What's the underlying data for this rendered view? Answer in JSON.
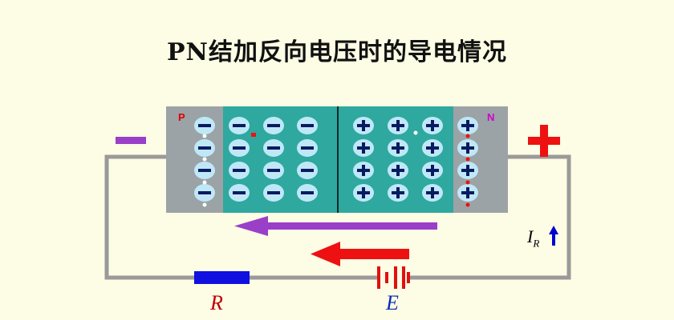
{
  "title": "PN结加反向电压时的导电情况",
  "labels": {
    "p_region": "P",
    "n_region": "N",
    "resistor": "R",
    "battery": "E",
    "current_symbol": "I",
    "current_subscript": "R"
  },
  "colors": {
    "background": "#fdfce4",
    "neutral_region": "#9ba3a6",
    "depletion_region": "#2fa8a0",
    "ion_fill": "#bfe8f7",
    "ion_sign": "#0a1a60",
    "wire": "#9a9a9a",
    "resistor": "#1010e0",
    "battery": "#e01010",
    "inner_field_arrow": "#9a3fc8",
    "external_field_arrow": "#ee1111",
    "minus_terminal": "#9a3fc8",
    "plus_terminal": "#ee1111",
    "current_arrow": "#0000d0"
  },
  "icons": {
    "negative_ion": "minus-ion",
    "positive_ion": "plus-ion",
    "minus_terminal": "minus-sign",
    "plus_terminal": "plus-sign",
    "current_direction": "up-arrow"
  }
}
